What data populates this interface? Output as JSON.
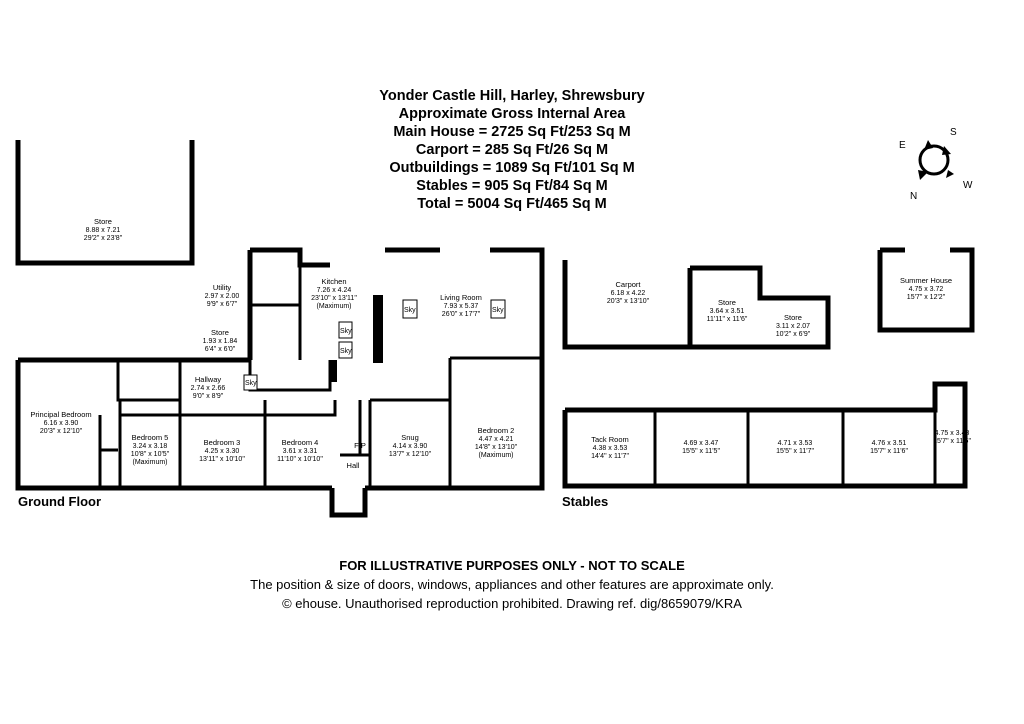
{
  "header": {
    "title": "Yonder Castle Hill, Harley, Shrewsbury",
    "subtitle": "Approximate Gross Internal Area",
    "areas": [
      "Main House = 2725 Sq Ft/253 Sq M",
      "Carport = 285 Sq Ft/26 Sq M",
      "Outbuildings = 1089 Sq Ft/101 Sq M",
      "Stables = 905 Sq Ft/84 Sq M",
      "Total = 5004 Sq Ft/465 Sq M"
    ]
  },
  "compass": {
    "n": "N",
    "e": "E",
    "s": "S",
    "w": "W"
  },
  "sections": {
    "ground_floor": "Ground Floor",
    "stables": "Stables"
  },
  "rooms": {
    "store_large": {
      "name": "Store",
      "metric": "8.88 x 7.21",
      "imperial": "29'2\" x 23'8\""
    },
    "utility": {
      "name": "Utility",
      "metric": "2.97 x 2.00",
      "imperial": "9'9\" x 6'7\""
    },
    "kitchen": {
      "name": "Kitchen",
      "metric": "7.26 x 4.24",
      "imperial": "23'10\" x 13'11\"",
      "note": "(Maximum)"
    },
    "living": {
      "name": "Living Room",
      "metric": "7.93 x 5.37",
      "imperial": "26'0\" x 17'7\""
    },
    "store_small": {
      "name": "Store",
      "metric": "1.93 x 1.84",
      "imperial": "6'4\" x 6'0\""
    },
    "hallway": {
      "name": "Hallway",
      "metric": "2.74 x 2.66",
      "imperial": "9'0\" x 8'9\""
    },
    "principal": {
      "name": "Principal Bedroom",
      "metric": "6.16 x 3.90",
      "imperial": "20'3\" x 12'10\""
    },
    "bed5": {
      "name": "Bedroom 5",
      "metric": "3.24 x 3.18",
      "imperial": "10'8\" x 10'5\"",
      "note": "(Maximum)"
    },
    "bed3": {
      "name": "Bedroom 3",
      "metric": "4.25 x 3.30",
      "imperial": "13'11\" x 10'10\""
    },
    "bed4": {
      "name": "Bedroom 4",
      "metric": "3.61 x 3.31",
      "imperial": "11'10\" x 10'10\""
    },
    "snug": {
      "name": "Snug",
      "metric": "4.14 x 3.90",
      "imperial": "13'7\" x 12'10\""
    },
    "bed2": {
      "name": "Bedroom 2",
      "metric": "4.47 x 4.21",
      "imperial": "14'8\" x 13'10\"",
      "note": "(Maximum)"
    },
    "fp": "F/P",
    "hall": "Hall",
    "carport": {
      "name": "Carport",
      "metric": "6.18 x 4.22",
      "imperial": "20'3\" x 13'10\""
    },
    "store_out1": {
      "name": "Store",
      "metric": "3.64 x 3.51",
      "imperial": "11'11\" x 11'6\""
    },
    "store_out2": {
      "name": "Store",
      "metric": "3.11 x 2.07",
      "imperial": "10'2\" x 6'9\""
    },
    "summer": {
      "name": "Summer House",
      "metric": "4.75 x 3.72",
      "imperial": "15'7\" x 12'2\""
    },
    "tack": {
      "name": "Tack Room",
      "metric": "4.38 x 3.53",
      "imperial": "14'4\" x 11'7\""
    },
    "stable1": {
      "metric": "4.69 x 3.47",
      "imperial": "15'5\" x 11'5\""
    },
    "stable2": {
      "metric": "4.71 x 3.53",
      "imperial": "15'5\" x 11'7\""
    },
    "stable3": {
      "metric": "4.76 x 3.51",
      "imperial": "15'7\" x 11'6\""
    },
    "stable4": {
      "metric": "4.75 x 3.48",
      "imperial": "15'7\" x 11'5\""
    }
  },
  "skylight_label": "Sky",
  "footer": {
    "disclaimer": "FOR ILLUSTRATIVE PURPOSES ONLY - NOT TO SCALE",
    "note": "The position & size of doors, windows, appliances and other features are approximate only.",
    "copyright": "© ehouse. Unauthorised reproduction prohibited. Drawing ref. dig/8659079/KRA"
  }
}
